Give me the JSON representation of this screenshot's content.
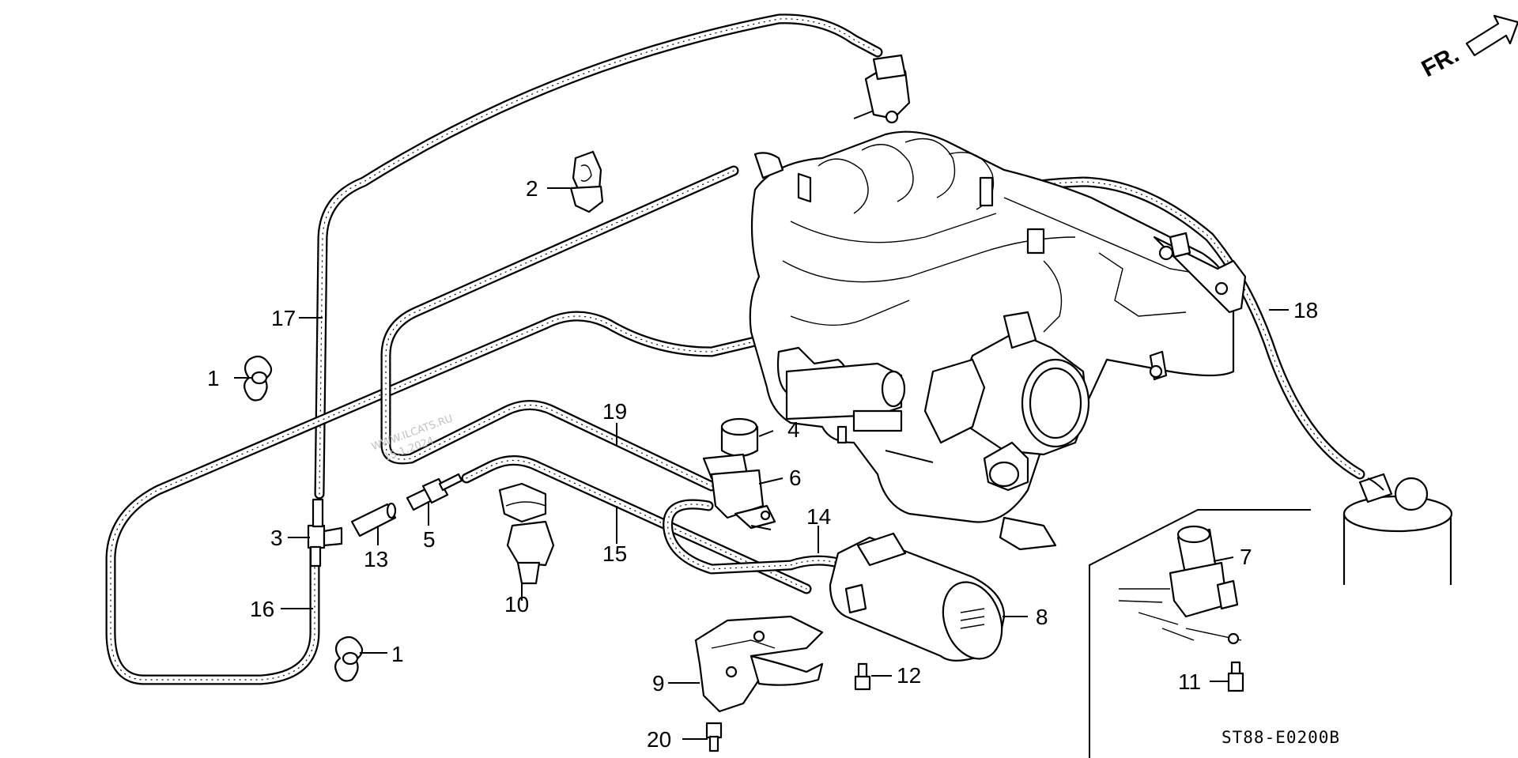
{
  "diagram": {
    "code": "ST88-E0200B",
    "direction_label": "FR.",
    "watermark": [
      "WWW.ILCATS.RU",
      "15.1.2024"
    ]
  },
  "callouts": [
    {
      "id": "c1a",
      "text": "1"
    },
    {
      "id": "c1b",
      "text": "1"
    },
    {
      "id": "c2",
      "text": "2"
    },
    {
      "id": "c3",
      "text": "3"
    },
    {
      "id": "c4",
      "text": "4"
    },
    {
      "id": "c5",
      "text": "5"
    },
    {
      "id": "c6",
      "text": "6"
    },
    {
      "id": "c7",
      "text": "7"
    },
    {
      "id": "c8",
      "text": "8"
    },
    {
      "id": "c9",
      "text": "9"
    },
    {
      "id": "c10",
      "text": "10"
    },
    {
      "id": "c11",
      "text": "11"
    },
    {
      "id": "c12",
      "text": "12"
    },
    {
      "id": "c13",
      "text": "13"
    },
    {
      "id": "c14",
      "text": "14"
    },
    {
      "id": "c15",
      "text": "15"
    },
    {
      "id": "c16",
      "text": "16"
    },
    {
      "id": "c17",
      "text": "17"
    },
    {
      "id": "c18",
      "text": "18"
    },
    {
      "id": "c19",
      "text": "19"
    },
    {
      "id": "c20",
      "text": "20"
    }
  ]
}
